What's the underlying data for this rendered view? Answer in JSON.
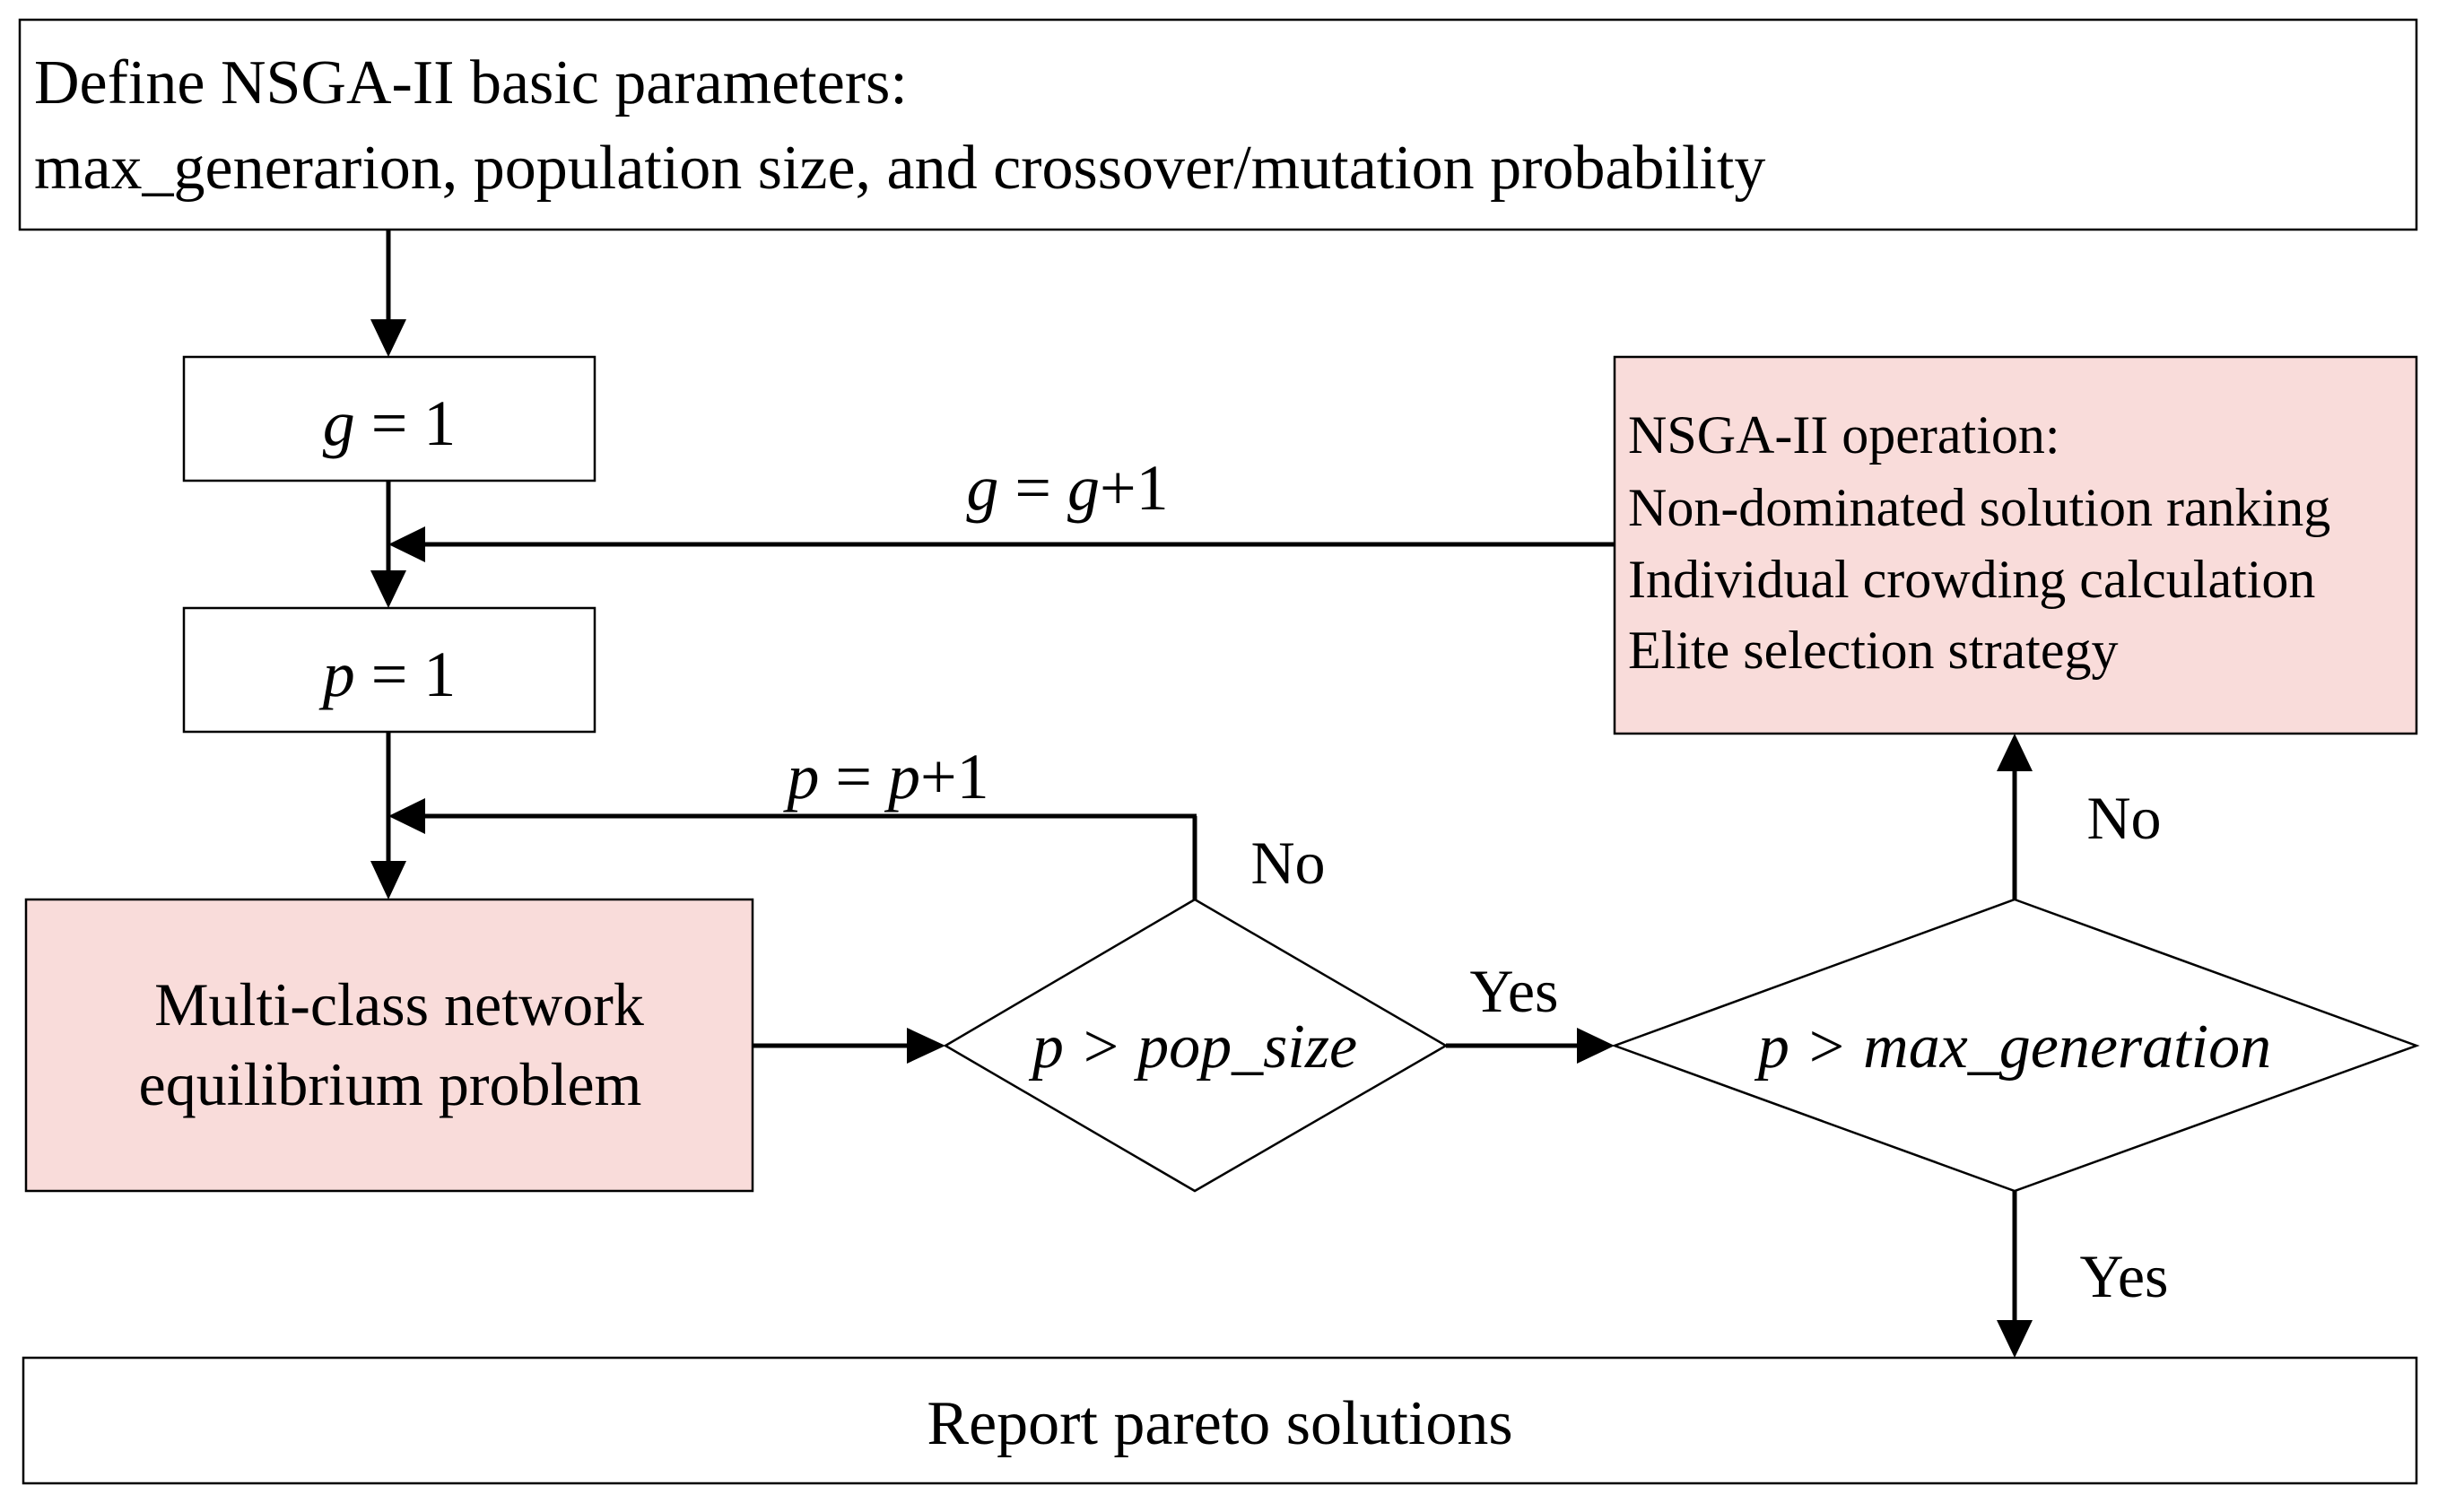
{
  "init": {
    "line1": "Define NSGA-II basic parameters:",
    "line2": "max_generarion, population size, and  crossover/mutation probability"
  },
  "g_init": {
    "var": "g",
    "rest": " = 1"
  },
  "p_init": {
    "var": "p",
    "rest": " = 1"
  },
  "g_increment": {
    "var1": "g",
    "eq": " = ",
    "var2": "g",
    "rest": "+1"
  },
  "p_increment": {
    "var1": "p",
    "eq": " = ",
    "var2": "p",
    "rest": "+1"
  },
  "equilibrium": {
    "line1": "Multi-class network",
    "line2": "equilibrium problem"
  },
  "pop_check": {
    "var": "p",
    "op": " > ",
    "rest": "pop_size"
  },
  "gen_check": {
    "var": "p",
    "op": " > ",
    "rest": "max_generation"
  },
  "nsga_ops": {
    "title": "NSGA-II operation:",
    "items": [
      "Non-dominated solution ranking",
      "Individual crowding calculation",
      "Elite selection strategy"
    ]
  },
  "labels": {
    "pop_no": "No",
    "pop_yes": "Yes",
    "gen_no": "No",
    "gen_yes": "Yes"
  },
  "report": "Report pareto solutions",
  "colors": {
    "highlight_fill": "#f9dcda",
    "stroke": "#000000"
  }
}
